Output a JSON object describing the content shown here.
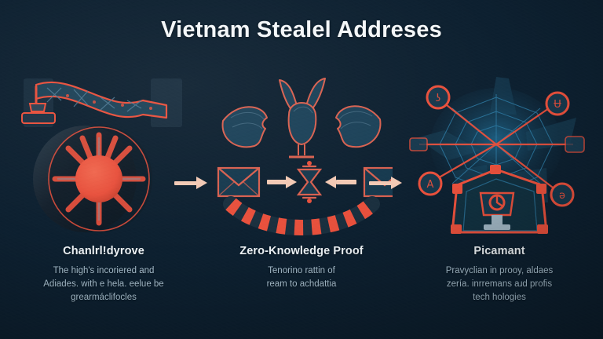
{
  "title": "Vietnam Stealel Addreses",
  "theme": {
    "accent": "#e8503c",
    "accent_soft": "#d8604f",
    "arrow": "#f3c9b4",
    "bg_light": "#1d4c67",
    "bg_dark": "#0b1d2b",
    "heading_color": "#eef3f6",
    "body_color": "#a9c0cf"
  },
  "connectors": [
    {
      "name": "arrow-1",
      "glyph": "arrow-right-icon"
    },
    {
      "name": "arrow-2",
      "glyph": "arrow-right-icon"
    }
  ],
  "columns": [
    {
      "id": "bridge-wheel",
      "heading": "Chanlrl!dyrove",
      "body_lines": [
        "The high's incoriered and",
        "Adiades. with e hela. eelue be",
        "grearmáclifocles"
      ],
      "art": {
        "type": "bridge-and-hub-wheel",
        "elements": [
          "bridge-span-icon",
          "anchor-post-icon",
          "hub-wheel-icon",
          "spoke-icon"
        ],
        "spokes": 10
      }
    },
    {
      "id": "zero-knowledge-proof",
      "heading": "Zero-Knowledge Proof",
      "body_lines": [
        "Tenorino rattin of",
        "ream to achdattia"
      ],
      "art": {
        "type": "envelope-exchange",
        "elements": [
          "leaf-shape-icon",
          "bird-shape-icon",
          "envelope-icon",
          "hourglass-key-icon",
          "striped-arc-icon"
        ],
        "sequence": [
          "envelope-icon",
          "arrow-right-icon",
          "hourglass-key-icon",
          "arrow-left-icon",
          "envelope-icon",
          "arrow-right-icon"
        ],
        "arc_segments": 13
      }
    },
    {
      "id": "privacy-network",
      "heading": "Picamant",
      "body_lines": [
        "Pravyclian in prooy, aldaes",
        "zería. inrremans aɹd profis",
        "tech hologies"
      ],
      "art": {
        "type": "radial-node-network",
        "elements": [
          "node-circle-icon",
          "shield-pentagon-icon",
          "lock-badge-icon",
          "web-mesh-icon"
        ],
        "nodes": [
          {
            "label": "ʖ",
            "name": "node-icon-1"
          },
          {
            "label": "Ʉ",
            "name": "node-icon-2"
          },
          {
            "label": "A",
            "name": "node-icon-3"
          },
          {
            "label": "ǝ",
            "name": "node-icon-4"
          }
        ]
      }
    }
  ]
}
